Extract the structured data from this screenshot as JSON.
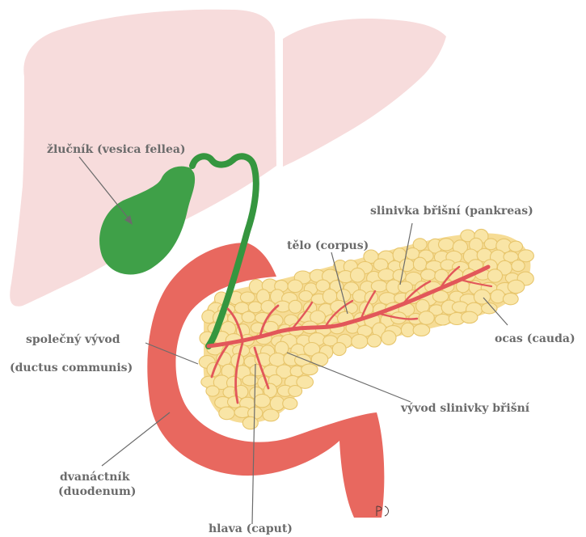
{
  "colors": {
    "liver": "#f7dcdc",
    "gallbladder": "#3fa048",
    "duodenum": "#e8685f",
    "pancreas": "#f9e5a6",
    "pancreas_outline": "#e7c56c",
    "pancreatic_duct": "#e2575a",
    "label_text": "#6b6b6b"
  },
  "labels": {
    "gallbladder": "žlučník (vesica fellea)",
    "pancreas": "slinivka břišní (pankreas)",
    "body": "tělo (corpus)",
    "tail": "ocas (cauda)",
    "common_duct_line1": "společný vývod",
    "common_duct_line2": "(ductus communis)",
    "pancreatic_duct": "vývod slinivky břišní",
    "duodenum_line1": "dvanáctník",
    "duodenum_line2": "(duodenum)",
    "head": "hlava (caput)"
  }
}
